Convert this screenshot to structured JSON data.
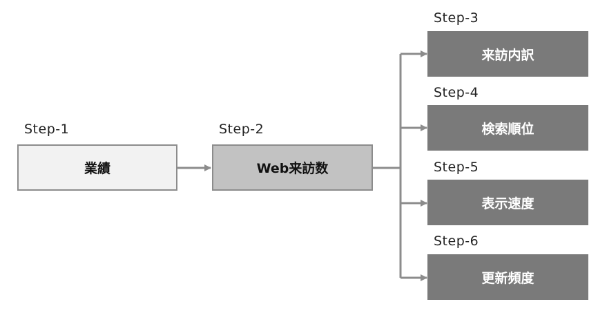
{
  "diagram": {
    "steps": [
      {
        "step_label": "Step-1",
        "box_label": "業績"
      },
      {
        "step_label": "Step-2",
        "box_label": "Web来訪数"
      },
      {
        "step_label": "Step-3",
        "box_label": "来訪内訳"
      },
      {
        "step_label": "Step-4",
        "box_label": "検索順位"
      },
      {
        "step_label": "Step-5",
        "box_label": "表示速度"
      },
      {
        "step_label": "Step-6",
        "box_label": "更新頻度"
      }
    ],
    "colors": {
      "step1_fill": "#f2f2f2",
      "step2_fill": "#c2c2c2",
      "detail_fill": "#7a7a7a",
      "connector": "#8c8c8c"
    }
  }
}
